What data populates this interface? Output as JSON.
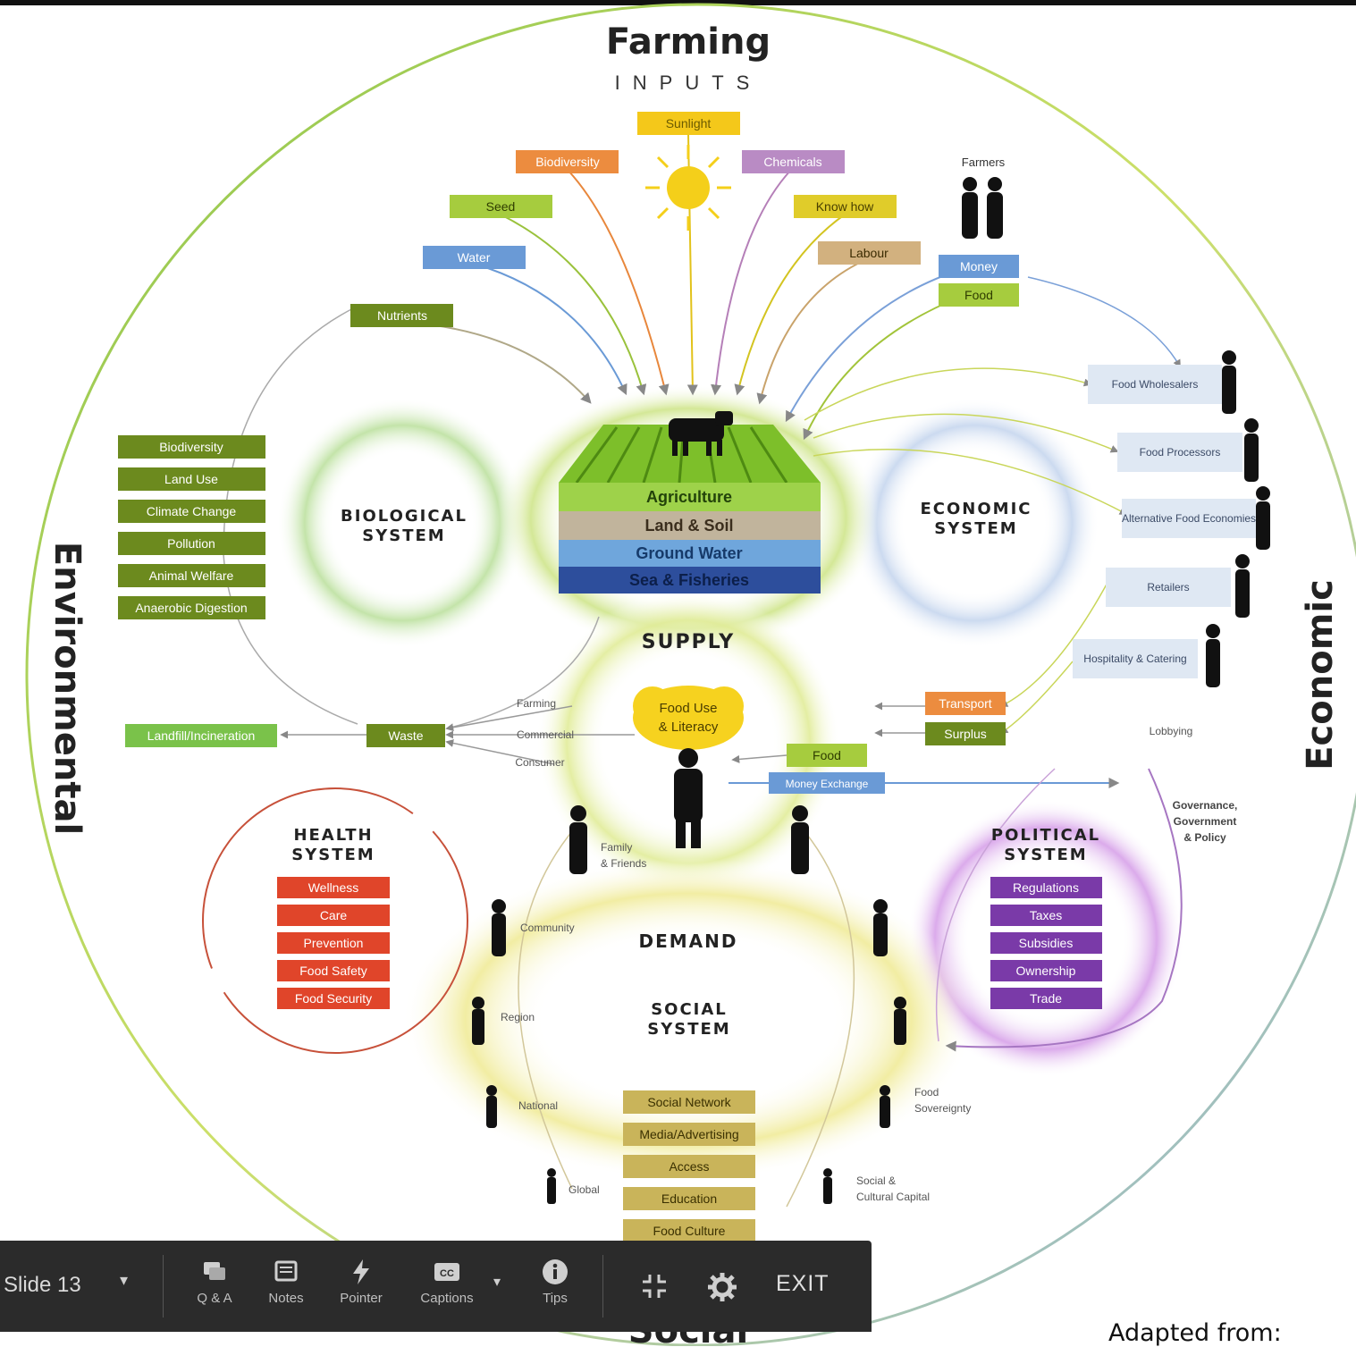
{
  "diagram": {
    "outer_labels": {
      "top": "Farming",
      "left": "Environmental",
      "right": "Economic",
      "bottom": "Social"
    },
    "flow_labels": {
      "inputs": "INPUTS",
      "supply": "SUPPLY",
      "demand": "DEMAND"
    },
    "systems": {
      "biological": [
        "BIOLOGICAL",
        "SYSTEM"
      ],
      "economic": [
        "ECONOMIC",
        "SYSTEM"
      ],
      "health": [
        "HEALTH",
        "SYSTEM"
      ],
      "political": [
        "POLITICAL",
        "SYSTEM"
      ],
      "social": [
        "SOCIAL",
        "SYSTEM"
      ]
    },
    "inputs": {
      "sunlight": "Sunlight",
      "biodiversity": "Biodiversity",
      "chemicals": "Chemicals",
      "seed": "Seed",
      "know_how": "Know how",
      "water": "Water",
      "labour": "Labour",
      "nutrients": "Nutrients",
      "farmers": "Farmers",
      "money": "Money",
      "food": "Food"
    },
    "agriculture_layers": [
      "Agriculture",
      "Land & Soil",
      "Ground Water",
      "Sea & Fisheries"
    ],
    "biological_items": [
      "Biodiversity",
      "Land Use",
      "Climate Change",
      "Pollution",
      "Animal Welfare",
      "Anaerobic Digestion"
    ],
    "economic_actors": [
      "Food Wholesalers",
      "Food Processors",
      "Alternative Food Economies",
      "Retailers",
      "Hospitality & Catering"
    ],
    "waste": {
      "landfill": "Landfill/Incineration",
      "waste": "Waste",
      "farming": "Farming",
      "commercial": "Commercial",
      "consumer": "Consumer"
    },
    "center": {
      "food_use": [
        "Food Use",
        "& Literacy"
      ],
      "transport": "Transport",
      "surplus": "Surplus",
      "food": "Food",
      "money_exchange": "Money Exchange",
      "lobbying": "Lobbying",
      "family": [
        "Family",
        "& Friends"
      ]
    },
    "health_items": [
      "Wellness",
      "Care",
      "Prevention",
      "Food Safety",
      "Food Security"
    ],
    "political_items": [
      "Regulations",
      "Taxes",
      "Subsidies",
      "Ownership",
      "Trade"
    ],
    "governance": [
      "Governance,",
      "Government",
      "& Policy"
    ],
    "social_items": [
      "Social Network",
      "Media/Advertising",
      "Access",
      "Education",
      "Food Culture"
    ],
    "social_scales": {
      "community": "Community",
      "region": "Region",
      "national": "National",
      "global": "Global",
      "food_sovereignty": [
        "Food",
        "Sovereignty"
      ],
      "social_capital": [
        "Social &",
        "Cultural Capital"
      ]
    },
    "colors": {
      "env_green": "#6c8a1e",
      "health_red": "#e0452a",
      "political_purple": "#7a3aa8",
      "social_gold": "#c9b45a",
      "economic_blue": "#dfe8f3"
    }
  },
  "toolbar": {
    "slide": "Slide 13",
    "qa": "Q & A",
    "notes": "Notes",
    "pointer": "Pointer",
    "captions": "Captions",
    "tips": "Tips",
    "exit": "EXIT"
  },
  "footer": {
    "adapted": "Adapted from:"
  }
}
